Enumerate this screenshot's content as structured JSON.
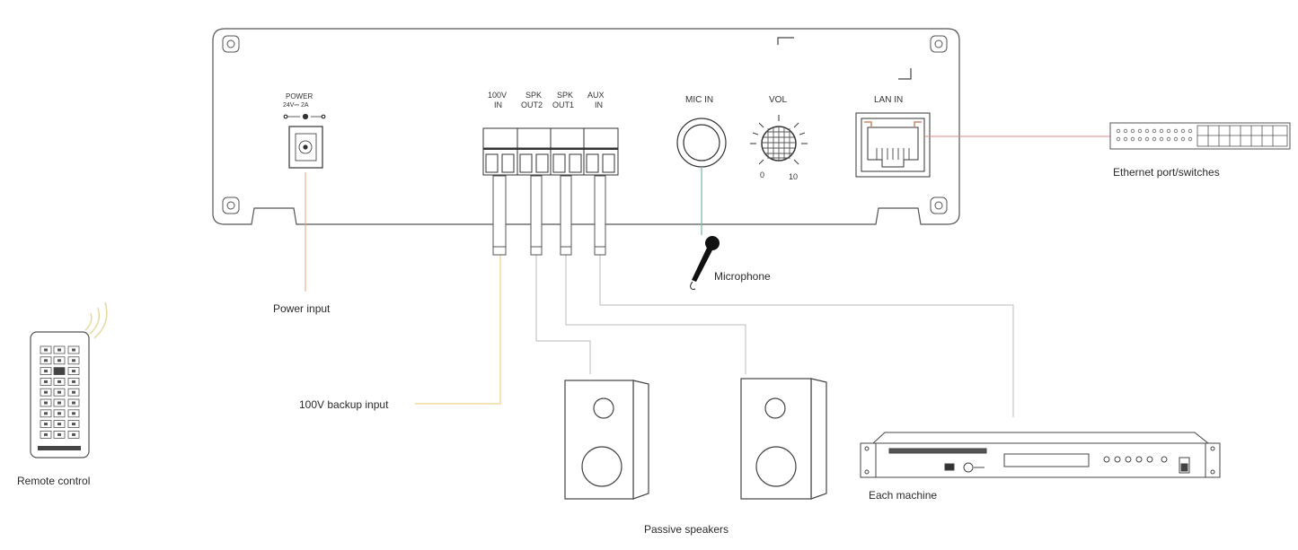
{
  "panel": {
    "power": {
      "title": "POWER",
      "rating": "24V⎓ 2A"
    },
    "terminals": [
      {
        "line1": "100V",
        "line2": "IN"
      },
      {
        "line1": "SPK",
        "line2": "OUT2"
      },
      {
        "line1": "SPK",
        "line2": "OUT1"
      },
      {
        "line1": "AUX",
        "line2": "IN"
      }
    ],
    "mic": "MIC IN",
    "vol": {
      "label": "VOL",
      "min": "0",
      "max": "10"
    },
    "lan": "LAN IN"
  },
  "labels": {
    "power_input": "Power input",
    "backup_input": "100V backup input",
    "microphone": "Microphone",
    "ethernet": "Ethernet port/switches",
    "remote": "Remote control",
    "speakers": "Passive speakers",
    "machine": "Each machine"
  },
  "colors": {
    "power_wire": "#f0a070",
    "backup_wire": "#f2dca0",
    "mic_wire": "#7fb8a8",
    "ethernet_wire": "#d88a8a",
    "outline": "#555555"
  }
}
